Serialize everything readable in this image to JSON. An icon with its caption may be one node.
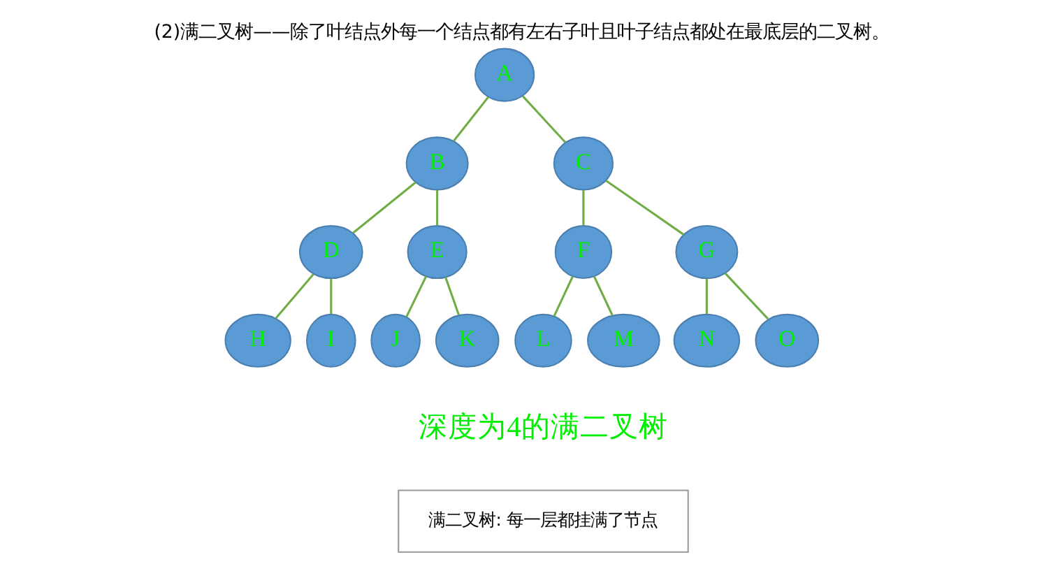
{
  "diagram": {
    "title": "(2)满二叉树——除了叶结点外每一个结点都有左右子叶且叶子结点都处在最底层的二叉树。",
    "nodes": [
      {
        "text": [
          "A"
        ]
      },
      {
        "text": [
          "B"
        ]
      },
      {
        "text": [
          "C"
        ]
      },
      {
        "text": [
          "D"
        ]
      },
      {
        "text": [
          "E"
        ]
      },
      {
        "text": [
          "F"
        ]
      },
      {
        "text": [
          "G"
        ]
      },
      {
        "text": [
          "H"
        ]
      },
      {
        "text": [
          "I"
        ]
      },
      {
        "text": [
          "J"
        ]
      },
      {
        "text": [
          "K"
        ]
      },
      {
        "text": [
          "L"
        ]
      },
      {
        "text": [
          "M"
        ]
      },
      {
        "text": [
          "N"
        ]
      },
      {
        "text": [
          "O"
        ]
      }
    ],
    "edges": [
      {
        "from": 0,
        "to": 1,
        "arrow": "none"
      },
      {
        "from": 0,
        "to": 2,
        "arrow": "none"
      },
      {
        "from": 1,
        "to": 3,
        "arrow": "none"
      },
      {
        "from": 1,
        "to": 4,
        "arrow": "none"
      },
      {
        "from": 2,
        "to": 5,
        "arrow": "none"
      },
      {
        "from": 2,
        "to": 6,
        "arrow": "none"
      },
      {
        "from": 3,
        "to": 7,
        "arrow": "none"
      },
      {
        "from": 3,
        "to": 8,
        "arrow": "none"
      },
      {
        "from": 4,
        "to": 9,
        "arrow": "none"
      },
      {
        "from": 4,
        "to": 10,
        "arrow": "none"
      },
      {
        "from": 5,
        "to": 11,
        "arrow": "none"
      },
      {
        "from": 5,
        "to": 12,
        "arrow": "none"
      },
      {
        "from": 6,
        "to": 13,
        "arrow": "none"
      },
      {
        "from": 6,
        "to": 14,
        "arrow": "none"
      }
    ],
    "labels": [
      "深度为4的满二叉树",
      "满二叉树: 每一层都挂满了节点"
    ]
  }
}
